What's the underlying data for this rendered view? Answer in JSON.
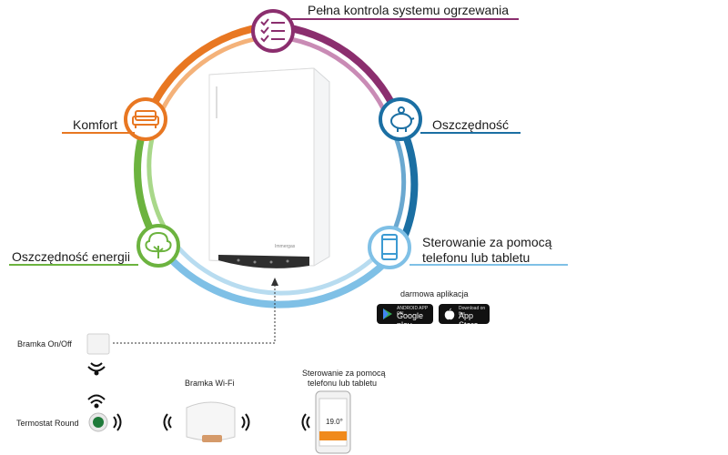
{
  "features": {
    "control": "Pełna kontrola systemu ogrzewania",
    "comfort": "Komfort",
    "savings": "Oszczędność",
    "energy_savings": "Oszczędność energii",
    "phone_line1": "Sterowanie za pomocą",
    "phone_line2": "telefonu lub tabletu"
  },
  "boiler": {
    "brand": "Immergas"
  },
  "app": {
    "label": "darmowa aplikacja",
    "google_small": "ANDROID APP ON",
    "google_big": "Google play",
    "apple_small": "Download on the",
    "apple_big": "App Store"
  },
  "devices": {
    "on_off": "Bramka On/Off",
    "wifi_gateway": "Bramka Wi-Fi",
    "thermostat": "Termostat Round",
    "phone_line1": "Sterowanie za pomocą",
    "phone_line2": "telefonu lub tabletu",
    "phone_temp": "19.0°"
  },
  "colors": {
    "purple": "#8b2e6e",
    "blue": "#1b6fa3",
    "light_blue": "#7fc0e6",
    "green": "#6cb33f",
    "orange": "#e87722"
  },
  "icons": [
    "checklist-icon",
    "sofa-icon",
    "piggy-bank-icon",
    "tree-icon",
    "smartphone-icon",
    "wifi-icon",
    "thermostat-icon",
    "android-icon",
    "apple-icon"
  ]
}
